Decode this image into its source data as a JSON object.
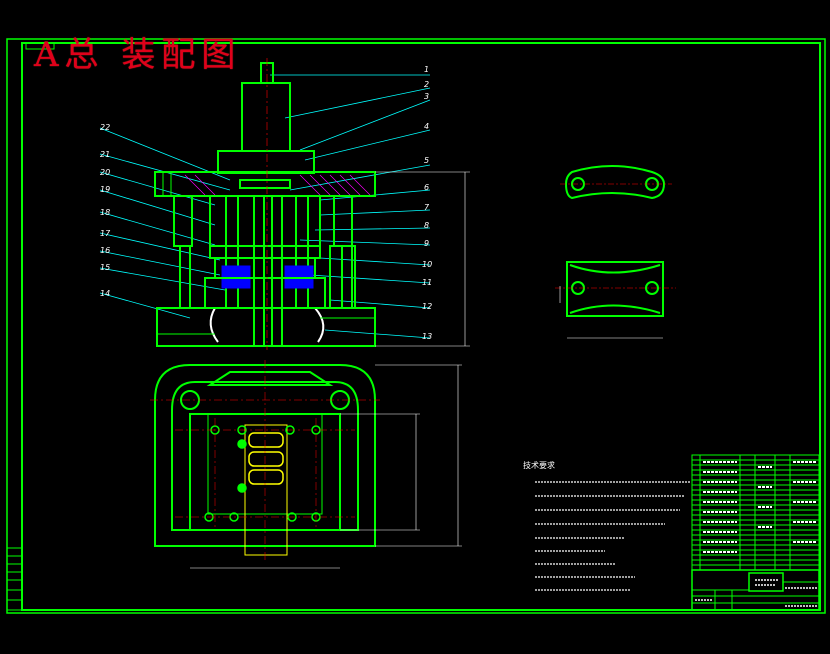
{
  "title": "A总 装配图",
  "balloons": [
    "1",
    "2",
    "3",
    "4",
    "5",
    "6",
    "7",
    "8",
    "9",
    "10",
    "11",
    "12",
    "13",
    "14",
    "15",
    "16",
    "17",
    "18",
    "19",
    "20",
    "21",
    "22"
  ],
  "requirements_heading": "技术要求",
  "colors": {
    "frame": "#00ff00",
    "outline": "#00ff00",
    "leader": "#00ffff",
    "dimension": "#ffffff",
    "center": "#ff0000",
    "magenta": "#ff00ff",
    "part": "#ffff00",
    "title": "#e0001a"
  }
}
